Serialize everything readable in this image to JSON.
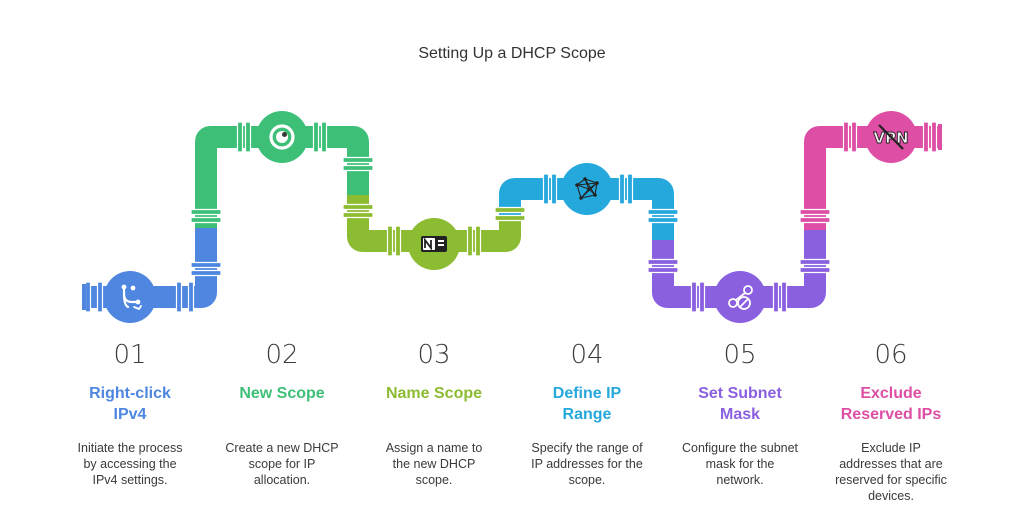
{
  "title": "Setting Up a DHCP Scope",
  "steps": [
    {
      "number": "01",
      "title_lines": [
        "Right-click",
        "IPv4"
      ],
      "desc_lines": [
        "Initiate the process",
        "by accessing the",
        "IPv4 settings."
      ],
      "color": "#4e86e0",
      "icon": "route-icon"
    },
    {
      "number": "02",
      "title_lines": [
        "New Scope"
      ],
      "desc_lines": [
        "Create a new DHCP",
        "scope for IP",
        "allocation."
      ],
      "color": "#3dbf77",
      "icon": "target-icon"
    },
    {
      "number": "03",
      "title_lines": [
        "Name Scope"
      ],
      "desc_lines": [
        "Assign a name to",
        "the new DHCP",
        "scope."
      ],
      "color": "#8cbc31",
      "icon": "name-tag-icon"
    },
    {
      "number": "04",
      "title_lines": [
        "Define IP",
        "Range"
      ],
      "desc_lines": [
        "Specify the range of",
        "IP addresses for the",
        "scope."
      ],
      "color": "#25a8dc",
      "icon": "network-icon"
    },
    {
      "number": "05",
      "title_lines": [
        "Set Subnet",
        "Mask"
      ],
      "desc_lines": [
        "Configure the subnet",
        "mask for the",
        "network."
      ],
      "color": "#8a5fe0",
      "icon": "share-blocked-icon"
    },
    {
      "number": "06",
      "title_lines": [
        "Exclude",
        "Reserved IPs"
      ],
      "desc_lines": [
        "Exclude IP",
        "addresses that are",
        "reserved for specific",
        "devices."
      ],
      "color": "#dd4ea4",
      "icon": "vpn-off-icon"
    }
  ]
}
